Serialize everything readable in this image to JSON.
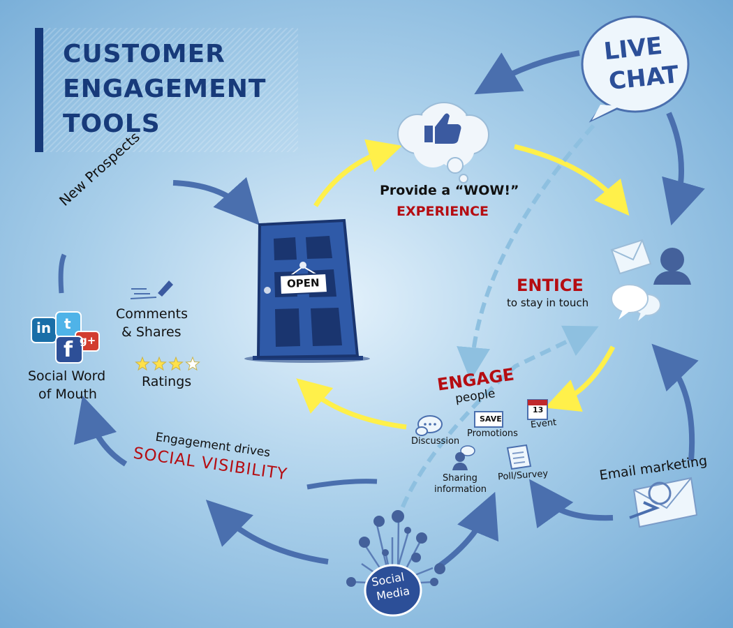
{
  "title": {
    "lines": [
      "CUSTOMER",
      "ENGAGEMENT",
      "TOOLS"
    ]
  },
  "live_chat": {
    "line1": "LIVE",
    "line2": "CHAT"
  },
  "wow": {
    "line1": "Provide a “WOW!”",
    "line2": "EXPERIENCE"
  },
  "door": {
    "sign": "OPEN"
  },
  "entice": {
    "title": "ENTICE",
    "subtitle": "to stay in touch"
  },
  "engage": {
    "title": "ENGAGE",
    "subtitle": "people",
    "items": {
      "discussion": "Discussion",
      "promotions": "Promotions",
      "save": "SAVE",
      "event": "Event",
      "event_day": "13",
      "sharing_1": "Sharing",
      "sharing_2": "information",
      "poll": "Poll/Survey"
    }
  },
  "new_prospects": "New Prospects",
  "comments": {
    "line1": "Comments",
    "line2": "& Shares"
  },
  "ratings": {
    "label": "Ratings",
    "stars_filled": 3,
    "stars_total": 4
  },
  "social_wom": {
    "line1": "Social Word",
    "line2": "of Mouth"
  },
  "social_visibility": {
    "line1": "Engagement drives",
    "line2": "SOCIAL VISIBILITY"
  },
  "email_marketing": "Email marketing",
  "social_media": {
    "line1": "Social",
    "line2": "Media"
  },
  "social_logos": {
    "linkedin": "in",
    "twitter": "t",
    "facebook": "f",
    "gplus": "g+"
  },
  "colors": {
    "arrow_blue": "#4a6fae",
    "arrow_yellow": "#fff04a",
    "door": "#2f5aa8",
    "accent_red": "#b50d12",
    "title_blue": "#173a7a"
  }
}
